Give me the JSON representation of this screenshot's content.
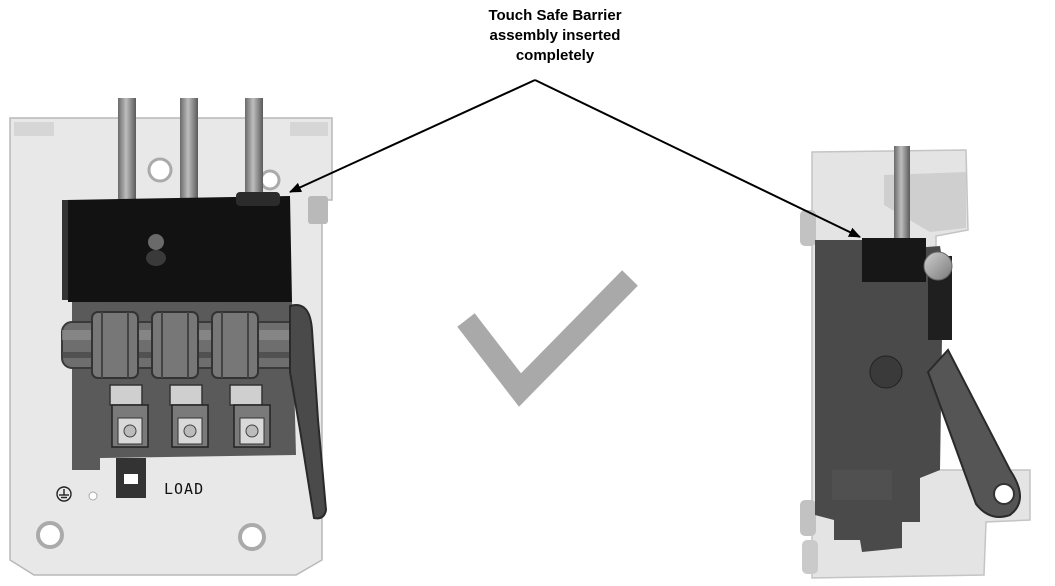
{
  "callout": {
    "lines": [
      "Touch Safe Barrier",
      "assembly inserted",
      "completely"
    ]
  },
  "left_switch": {
    "terminal_label": "LOAD",
    "ground_symbol": "ground-icon"
  },
  "check_mark": {
    "icon": "check-mark-icon",
    "color": "#a9a9a9"
  },
  "colors": {
    "barrier": "#111111",
    "enclosure": "#e6e6e6",
    "body": "#555555",
    "arrow": "#000000"
  }
}
